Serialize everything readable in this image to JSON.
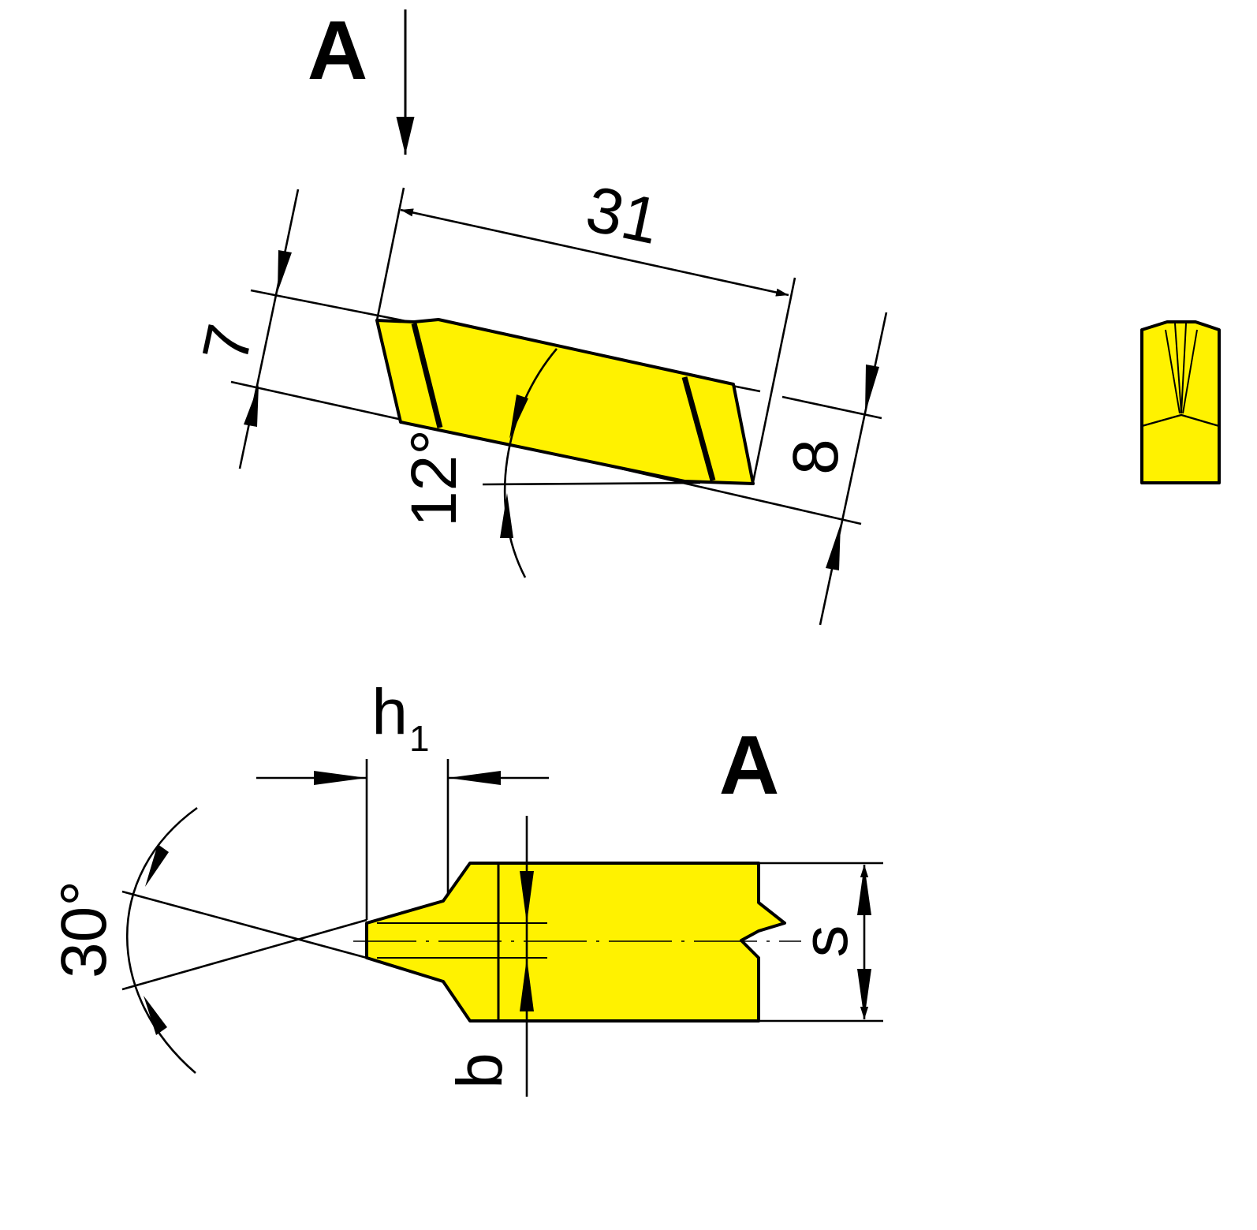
{
  "colors": {
    "part_fill": "#fff200",
    "line": "#000000",
    "background": "#ffffff"
  },
  "labels": {
    "view_marker": "A",
    "view_title": "A",
    "length": "31",
    "width_top": "7",
    "width_right": "8",
    "angle_clearance": "12°",
    "angle_point": "30°",
    "height_sub_main": "h",
    "height_sub_index": "1",
    "dim_b": "b",
    "dim_s": "s"
  }
}
